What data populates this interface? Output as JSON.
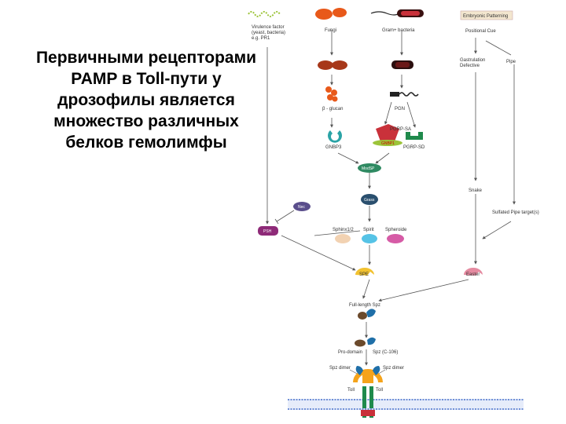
{
  "slide": {
    "title": "Первичными рецепторами PAMP в Toll-пути у дрозофилы является множество различных белков гемолимфы"
  },
  "diagram": {
    "virulence_factor": [
      "Virulence factor",
      "(yeast, bacteria)",
      "e.g. PR1"
    ],
    "fungi": "Fungi",
    "gram_bacteria": "Gram+ bacteria",
    "embryonic_box": "Embryonic Patterning",
    "positional_cue": "Positional Cue",
    "gastrulation": [
      "Gastrulation",
      "Defective"
    ],
    "pipe": "Pipe",
    "beta_glucan": "β - glucan",
    "pgn": "PGN",
    "gnbp3": "GNBP3",
    "pgrp_sa": "PGRP-SA",
    "gnbp1": "GNBP1",
    "pgrp_sd": "PGRP-SD",
    "modsp": "ModSP",
    "grass": "Grass",
    "snake": "Snake",
    "sulfated_pipe": "Sulfated Pipe target(s)",
    "nec": "Nec",
    "psh": "PSH",
    "sphinx": "Sphinx1/2",
    "spirit": "Spirit",
    "spheroide": "Spheroide",
    "spe": "SPE",
    "easter": "Easter",
    "full_spz": "Full-length Spz",
    "pro_domain": "Pro-domain",
    "spz_c106": "Spz (C-106)",
    "spz_dimer": "Spz dimer",
    "toll": "Toll",
    "colors": {
      "title": "#000000",
      "arrow": "#555555",
      "orange": "#e8591a",
      "psh_purple": "#8e2a78",
      "teal": "#2aa3a6",
      "green_lime": "#9cc43a",
      "red_protein": "#c9313a",
      "pgrp_green": "#1f8a4c",
      "spe_yellow": "#f2c230",
      "easter_pink": "#e58aa0",
      "membrane": "#6f8fd6",
      "toll_orange": "#f5a31a"
    }
  }
}
